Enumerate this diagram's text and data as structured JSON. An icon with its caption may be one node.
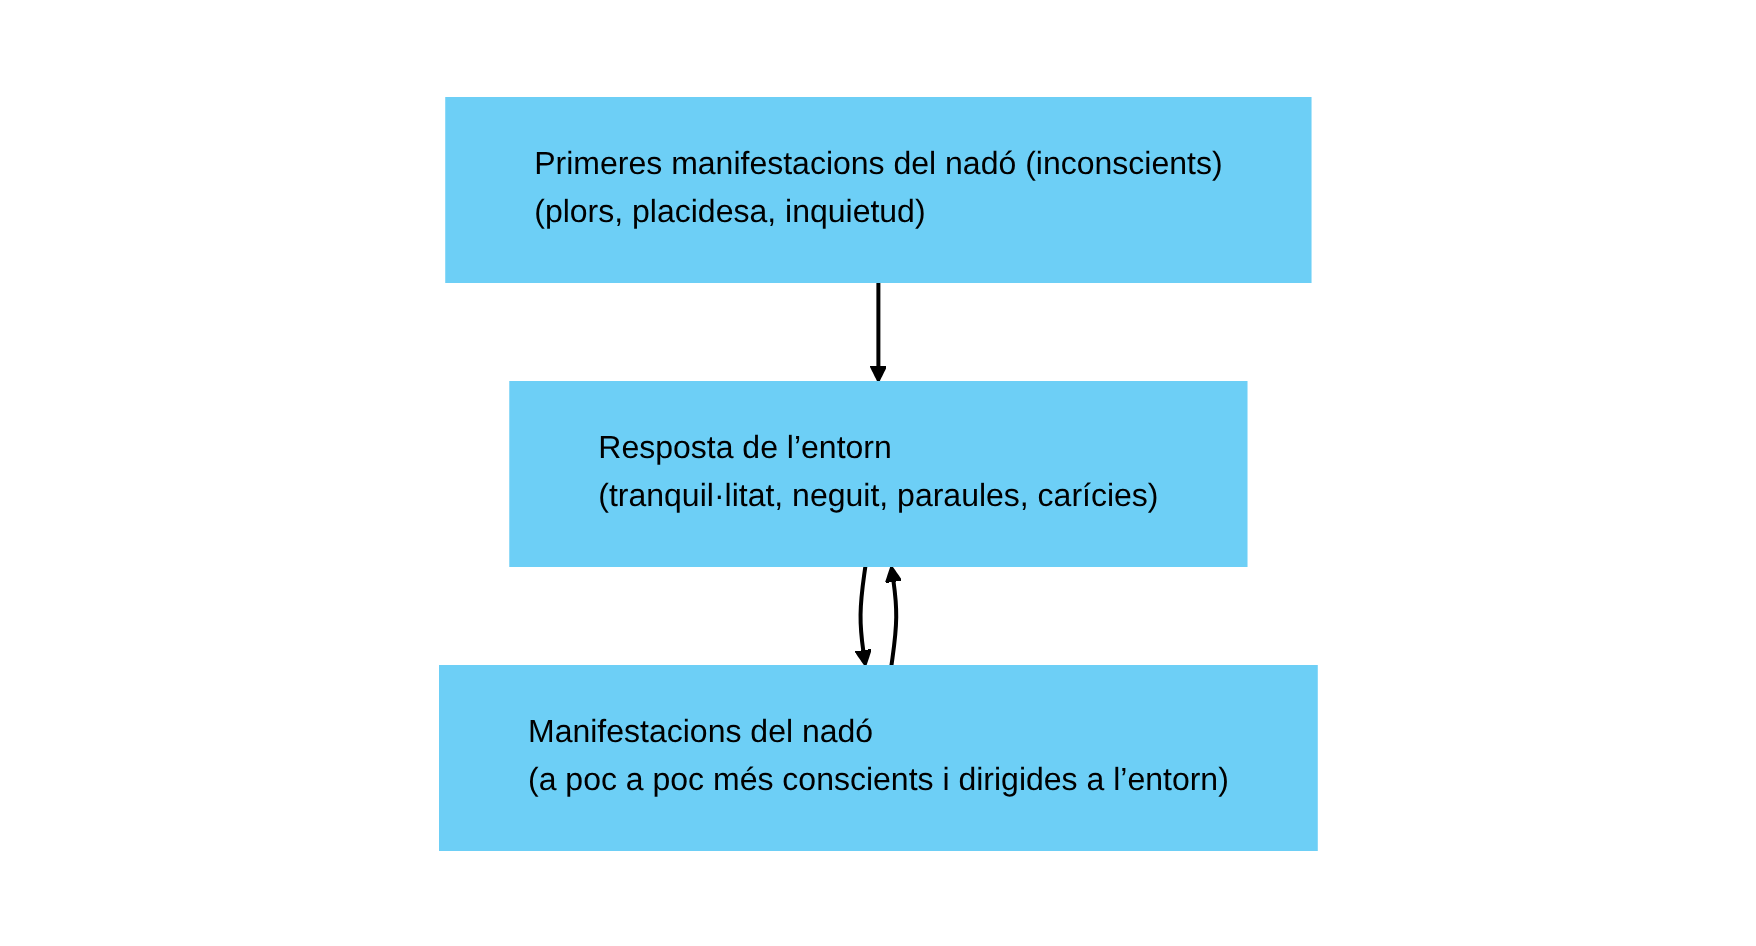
{
  "diagram": {
    "nodes": [
      {
        "text": [
          "Primeres manifestacions del nadó (inconscients)",
          "(plors, placidesa, inquietud)"
        ]
      },
      {
        "text": [
          "Resposta de l’entorn",
          "(tranquil·litat, neguit, paraules, carícies)"
        ]
      },
      {
        "text": [
          "Manifestacions del nadó",
          "(a poc a poc més conscients i dirigides a l’entorn)"
        ]
      }
    ],
    "edges": [
      {
        "from": 0,
        "to": 1,
        "arrow": "to"
      },
      {
        "from": 1,
        "to": 2,
        "arrow": "to"
      },
      {
        "from": 2,
        "to": 1,
        "arrow": "to"
      }
    ]
  }
}
